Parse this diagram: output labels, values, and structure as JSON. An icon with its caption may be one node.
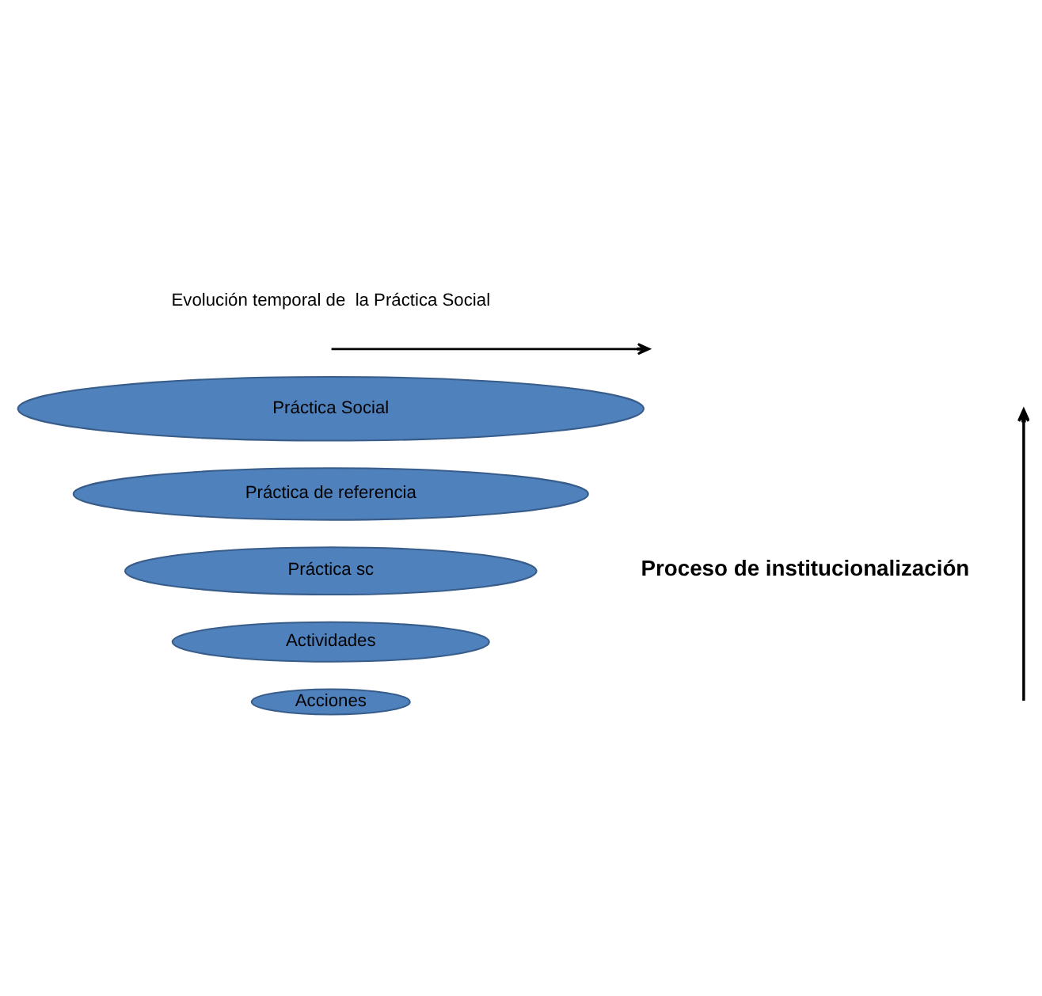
{
  "diagram": {
    "nodes": [
      {
        "text": [
          "Práctica Social"
        ]
      },
      {
        "text": [
          "Práctica de referencia"
        ]
      },
      {
        "text": [
          "Práctica sc"
        ]
      },
      {
        "text": [
          "Actividades"
        ]
      },
      {
        "text": [
          "Acciones"
        ]
      }
    ],
    "labels": [
      "Evolución temporal de  la Práctica Social",
      "Proceso de institucionalización"
    ]
  }
}
